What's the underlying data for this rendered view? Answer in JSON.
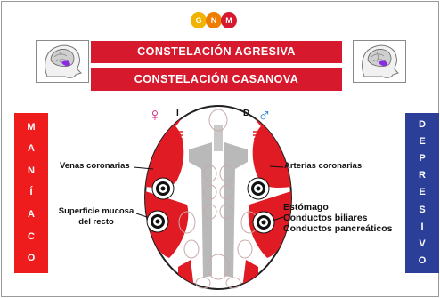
{
  "logo": {
    "letters": [
      "G",
      "N",
      "M"
    ]
  },
  "banners": [
    "CONSTELACIÓN  AGRESIVA",
    "CONSTELACIÓN  CASANOVA"
  ],
  "left_bar": [
    "M",
    "A",
    "N",
    "Í",
    "A",
    "C",
    "O"
  ],
  "right_bar": [
    "D",
    "E",
    "P",
    "R",
    "E",
    "S",
    "I",
    "V",
    "O"
  ],
  "symbols": {
    "female": "♀",
    "male": "♂"
  },
  "side_letters": {
    "left": "I",
    "right": "D"
  },
  "labels": {
    "venas": "Venas coronarias",
    "arterias": "Arterias coronarias",
    "superficie_1": "Superficie mucosa",
    "superficie_2": "del recto",
    "estomago": "Estómago",
    "conductos_biliares": "Conductos biliares",
    "conductos_pancreaticos": "Conductos pancreáticos"
  },
  "colors": {
    "red": "#d6192d",
    "bright_red": "#ee1c1c",
    "blue": "#2b3f99",
    "logo": [
      "#f2b300",
      "#ef7d00",
      "#d6192d"
    ],
    "female": "#d6197a",
    "male": "#2a7fd0"
  }
}
